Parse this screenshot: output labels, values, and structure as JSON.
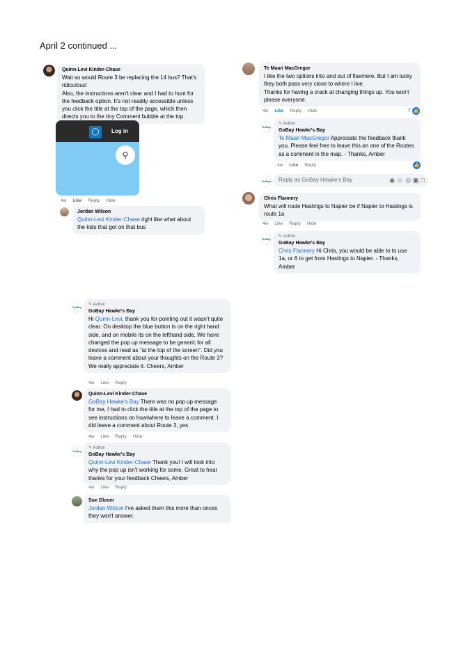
{
  "page_title": "April 2 continued ...",
  "actions": {
    "time": "4w",
    "like": "Like",
    "reply": "Reply",
    "hide": "Hide"
  },
  "author_badge": "Author",
  "screenshot": {
    "login": "Log in",
    "comment_icon": "comment-bubble-icon",
    "search_icon": "search-icon"
  },
  "c1": {
    "name": "Quinn-Levi Kinder-Chase",
    "text": "Wait so would Route 3 be replacing the 14 bus? That's ridiculous!\nAlso, the instructions aren't clear and I had to hunt for the feedback option. It's not readily accessible unless you click the title at the top of the page, which then directs you to the tiny Comment bubble at the top."
  },
  "c1r": {
    "name": "Jordan Wilson",
    "mention": "Quinn-Levi Kinder-Chase",
    "text": " right like what about the kids that get on that bus"
  },
  "c2": {
    "name": "Te Maari MacGregor",
    "text": "I like the two options into and out of flaxmere. But I am lucky they both pass very close to where I live.\nThanks for having a crack at changing things up. You won't please everyone.",
    "likes": "2"
  },
  "c2r": {
    "name": "GoBay Hawke's Bay",
    "mention": "Te Maari MacGregor",
    "text": " Appreciate the feedback thank you. Please feel free to leave this on one of the Routes as a comment in the map. - Thanks, Amber"
  },
  "reply_input": {
    "placeholder": "Reply as GoBay Hawke's Bay"
  },
  "c3": {
    "name": "Chris Flannery",
    "text": "What will route Hastings to Napier be if Napier to Hastings is route 1a"
  },
  "c3r": {
    "name": "GoBay Hawke's Bay",
    "mention": "Chris Flannery",
    "text": " Hi Chris, you would be able to to use 1a, or 8 to get from Hastings to Napier. - Thanks, Amber"
  },
  "c4": {
    "name": "GoBay Hawke's Bay",
    "pre": "Hi ",
    "mention": "Quinn-Levi",
    "text": ", thank you for pointing out it wasn't quite clear. On desktop the blue button is on the right hand side, and on mobile its on the lefthand side. We have changed the pop up message to be generic for all devices and read as \"at the top of the screen\". Did you leave a comment about your thoughts on the Route 3? We really appreciate it. Cheers, Amber"
  },
  "c5": {
    "name": "Quinn-Levi Kinder-Chase",
    "mention": "GoBay Hawke's Bay",
    "text": " There was no pop up message for me, I had to click the title at the top of the page to see instructions on how/where to leave a comment. I did leave a comment about Route 3, yes"
  },
  "c6": {
    "name": "GoBay Hawke's Bay",
    "mention": "Quinn-Levi Kinder-Chase",
    "text": " Thank you! I will look into why the pop up isn't working for some. Great to hear thanks for your feedback Cheers, Amber"
  },
  "c7": {
    "name": "Sue Glover",
    "mention": "Jordan Wilson",
    "text": " I've asked them this more than onces they won't answer."
  },
  "logo_text": "GoBay"
}
